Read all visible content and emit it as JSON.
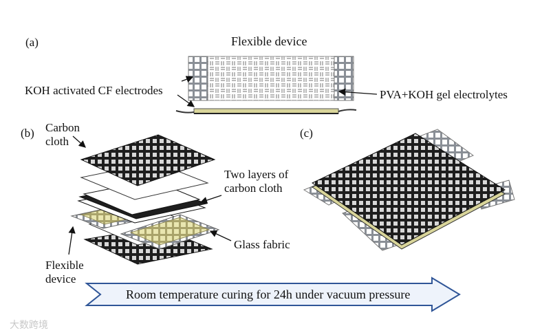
{
  "panels": {
    "a": "(a)",
    "b": "(b)",
    "c": "(c)"
  },
  "labels": {
    "flexible_device_title": "Flexible device",
    "koh_electrodes": "KOH activated CF electrodes",
    "pva_koh": "PVA+KOH gel electrolytes",
    "carbon_cloth_line1": "Carbon",
    "carbon_cloth_line2": "cloth",
    "two_layers_line1": "Two layers of",
    "two_layers_line2": "carbon cloth",
    "glass_fabric": "Glass fabric",
    "flexible_device_line1": "Flexible",
    "flexible_device_line2": "device"
  },
  "process_arrow": {
    "text": "Room temperature curing for 24h under vacuum pressure"
  },
  "watermark": "大数跨境",
  "colors": {
    "cloth_dark": "#1e1e1e",
    "cloth_gray": "#8a8f96",
    "electrolyte": "#d9d59a",
    "glass": "#ffffff",
    "arrow_fill": "#eef3fb",
    "arrow_stroke": "#2f5597"
  }
}
